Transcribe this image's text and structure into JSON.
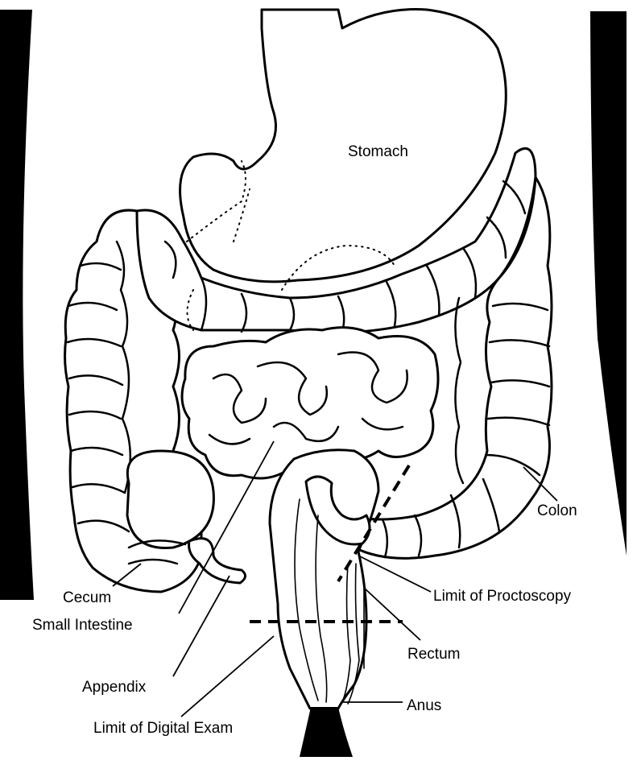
{
  "labels": {
    "stomach": "Stomach",
    "colon": "Colon",
    "cecum": "Cecum",
    "small_intestine": "Small Intestine",
    "appendix": "Appendix",
    "limit_digital": "Limit of Digital Exam",
    "limit_proctoscopy": "Limit of Proctoscopy",
    "rectum": "Rectum",
    "anus": "Anus"
  },
  "colors": {
    "ink": "#000000",
    "paper": "#ffffff"
  }
}
